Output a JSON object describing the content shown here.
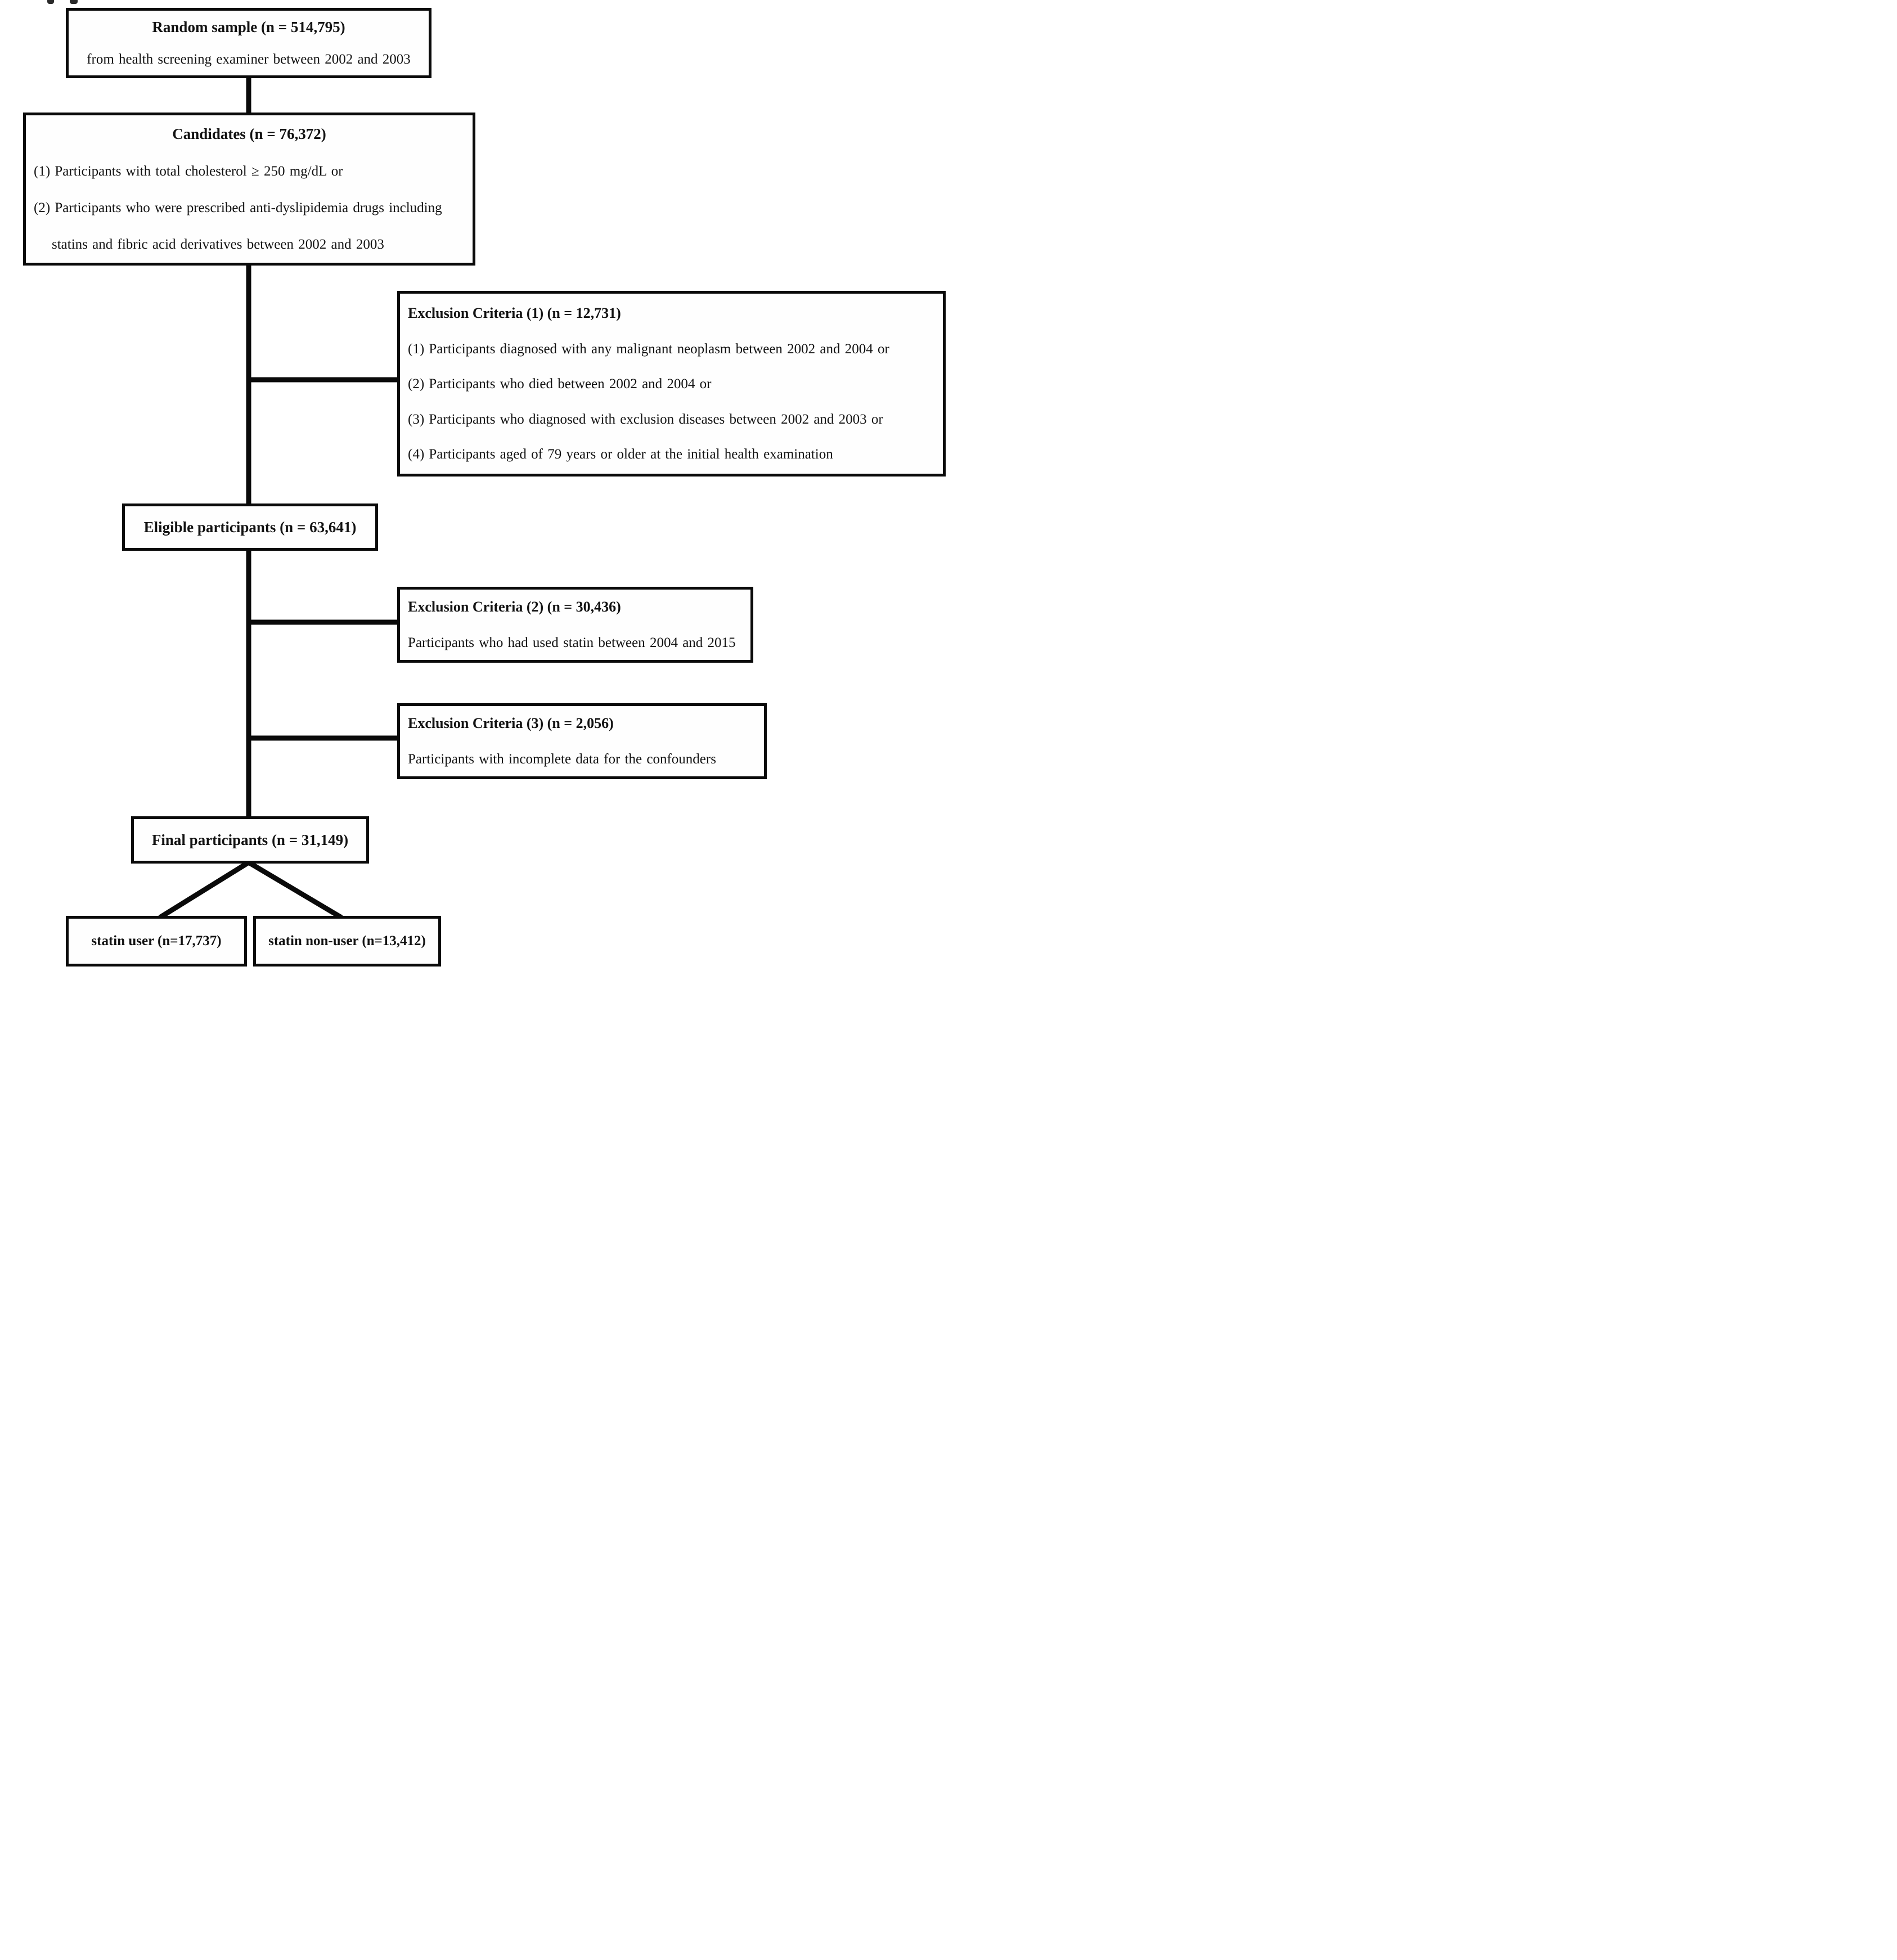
{
  "diagram": {
    "background_color": "#ffffff",
    "line_color": "#0a0a0a",
    "boxes": {
      "random_sample": {
        "title": "Random sample (n = 514,795)",
        "subtitle": "from health screening examiner between 2002 and 2003"
      },
      "candidates": {
        "title": "Candidates (n = 76,372)",
        "items": [
          "(1) Participants with total cholesterol ≥ 250 mg/dL or",
          "(2) Participants who were prescribed anti-dyslipidemia drugs including",
          "statins and fibric acid derivatives between 2002 and 2003"
        ]
      },
      "exclusion_criteria_1": {
        "title": "Exclusion Criteria (1) (n = 12,731)",
        "items": [
          "(1) Participants diagnosed with any malignant neoplasm between 2002 and 2004 or",
          "(2) Participants who died between 2002 and 2004 or",
          "(3) Participants who diagnosed with exclusion diseases between 2002 and 2003 or",
          "(4) Participants aged of 79 years or older at the initial health examination"
        ]
      },
      "eligible_participants": {
        "title": "Eligible participants (n = 63,641)"
      },
      "exclusion_criteria_2": {
        "title": "Exclusion Criteria (2) (n = 30,436)",
        "items": [
          "Participants who had used statin between 2004 and 2015"
        ]
      },
      "exclusion_criteria_3": {
        "title": "Exclusion Criteria (3) (n = 2,056)",
        "items": [
          "Participants with incomplete data for the confounders"
        ]
      },
      "final_participants": {
        "title": "Final participants (n = 31,149)"
      },
      "statin_user": {
        "title": "statin user (n=17,737)"
      },
      "statin_non_user": {
        "title": "statin non-user (n=13,412)"
      }
    }
  }
}
